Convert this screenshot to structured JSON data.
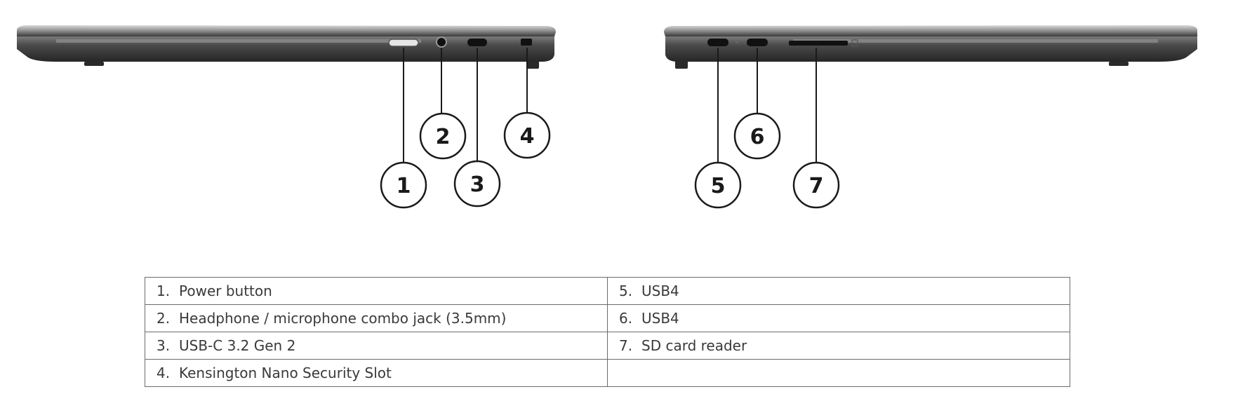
{
  "callouts": {
    "c1": "1",
    "c2": "2",
    "c3": "3",
    "c4": "4",
    "c5": "5",
    "c6": "6",
    "c7": "7"
  },
  "legend": {
    "rows": [
      {
        "left_num": "1.",
        "left_label": "Power button",
        "right_num": "5.",
        "right_label": "USB4"
      },
      {
        "left_num": "2.",
        "left_label": "Headphone / microphone combo jack (3.5mm)",
        "right_num": "6.",
        "right_label": "USB4"
      },
      {
        "left_num": "3.",
        "left_label": "USB-C 3.2 Gen 2",
        "right_num": "7.",
        "right_label": "SD card reader"
      },
      {
        "left_num": "4.",
        "left_label": "Kensington Nano Security Slot",
        "right_num": "",
        "right_label": ""
      }
    ]
  }
}
